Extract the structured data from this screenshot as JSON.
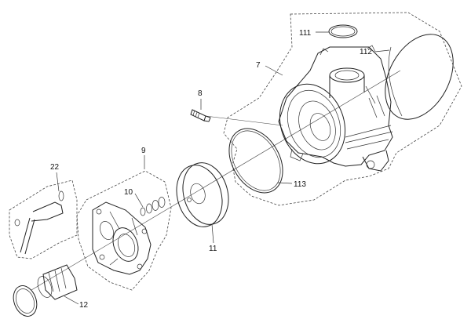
{
  "labels": {
    "p7": "7",
    "p8": "8",
    "p9": "9",
    "p10": "10",
    "p11": "11",
    "p12": "12",
    "p22": "22",
    "p111": "111",
    "p112": "112",
    "p113": "113"
  },
  "colors": {
    "line": "#222222",
    "background": "#ffffff"
  }
}
